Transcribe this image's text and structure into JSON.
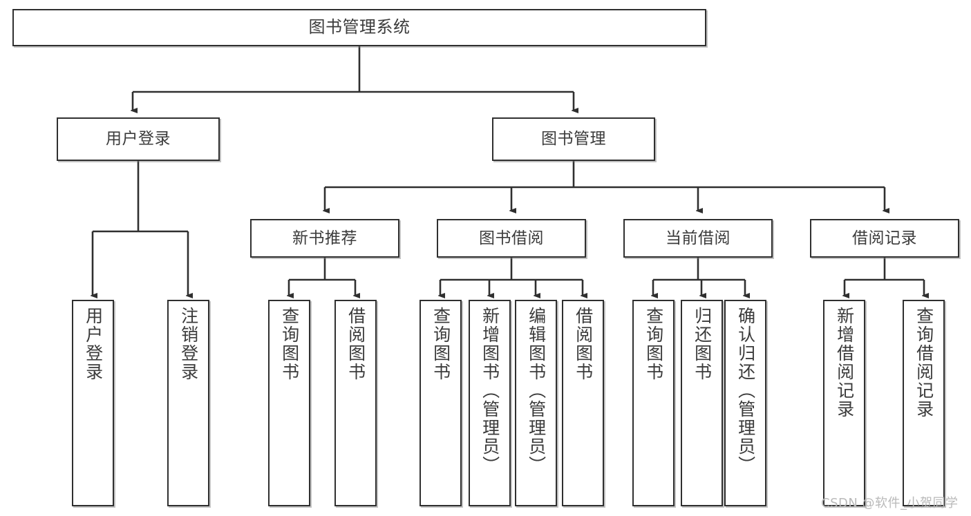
{
  "diagram": {
    "title": "图书管理系统",
    "type": "tree-hierarchy-diagram",
    "watermark": "CSDN @软件_小贺同学",
    "colors": {
      "background": "#ffffff",
      "box_border": "#2f2f2f",
      "box_fill": "#ffffff",
      "text": "#3b3b3b",
      "connector": "#2f2f2f",
      "watermark": "#b9b9b9"
    },
    "levels": {
      "root": {
        "label": "图书管理系统"
      },
      "level2": [
        {
          "label": "用户登录"
        },
        {
          "label": "图书管理"
        }
      ],
      "level3": [
        {
          "label": "新书推荐"
        },
        {
          "label": "图书借阅"
        },
        {
          "label": "当前借阅"
        },
        {
          "label": "借阅记录"
        }
      ],
      "leaves": {
        "user_login": [
          {
            "label": "用户登录"
          },
          {
            "label": "注销登录"
          }
        ],
        "new_book_recommend": [
          {
            "label": "查询图书"
          },
          {
            "label": "借阅图书"
          }
        ],
        "book_borrow": [
          {
            "label": "查询图书"
          },
          {
            "label": "新增图书（管理员）"
          },
          {
            "label": "编辑图书（管理员）"
          },
          {
            "label": "借阅图书"
          }
        ],
        "current_borrow": [
          {
            "label": "查询图书"
          },
          {
            "label": "归还图书"
          },
          {
            "label": "确认归还（管理员）"
          }
        ],
        "borrow_records": [
          {
            "label": "新增借阅记录"
          },
          {
            "label": "查询借阅记录"
          }
        ]
      }
    }
  }
}
